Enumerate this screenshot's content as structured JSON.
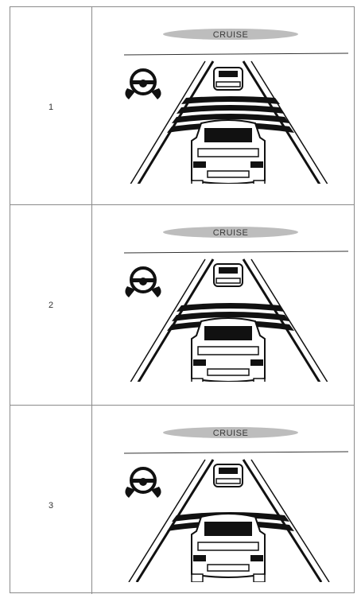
{
  "rows": [
    {
      "number": "1",
      "indicator_text": "CRUISE",
      "distance_bars": 4
    },
    {
      "number": "2",
      "indicator_text": "CRUISE",
      "distance_bars": 3
    },
    {
      "number": "3",
      "indicator_text": "CRUISE",
      "distance_bars": 2
    }
  ],
  "icons": [
    "steering-wheel-icon",
    "lead-vehicle-icon",
    "own-vehicle-icon"
  ],
  "colors": {
    "pill": "#bdbdbd",
    "line": "#111111",
    "border": "#8a8a8a"
  }
}
